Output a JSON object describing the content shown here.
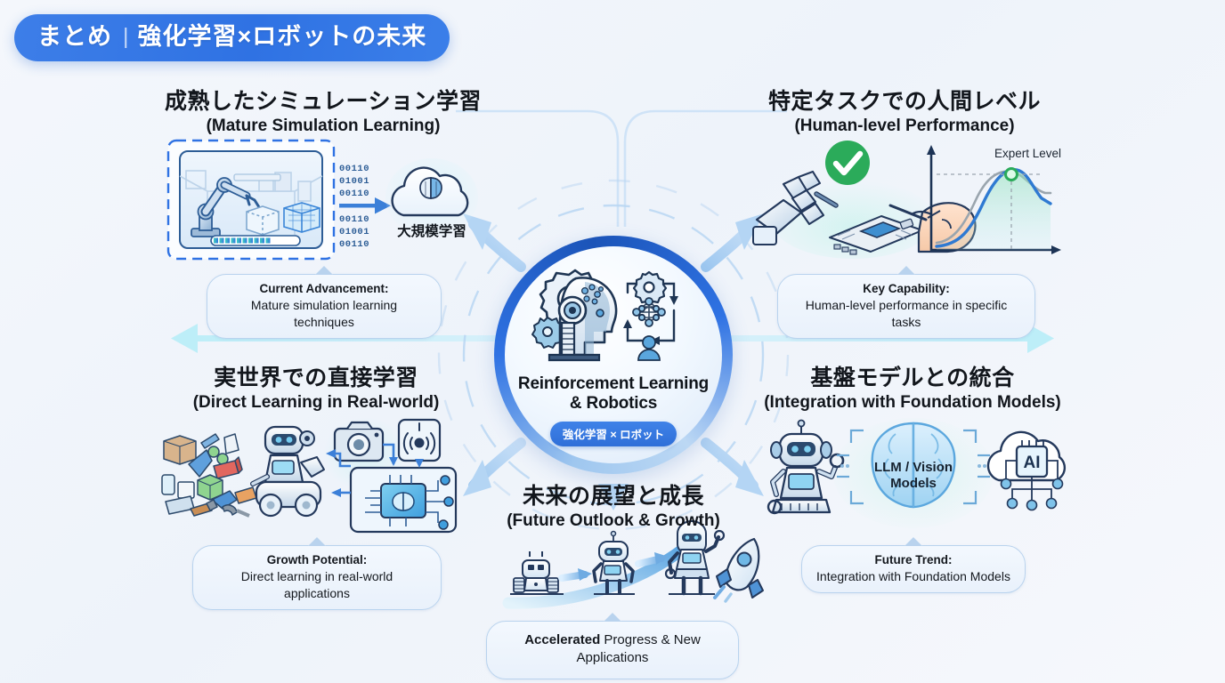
{
  "title": {
    "main_jp": "まとめ",
    "separator": "|",
    "subtitle_jp": "強化学習×ロボットの未来"
  },
  "center_hub": {
    "title_line1": "Reinforcement Learning",
    "title_line2": "& Robotics",
    "badge": "強化学習 × ロボット",
    "icon": "robot-head-gears-neural-network"
  },
  "quadrants": [
    {
      "id": "mature-simulation-learning",
      "position": "top-left",
      "heading_jp": "成熟したシミュレーション学習",
      "heading_en": "(Mature Simulation Learning)",
      "caption_label": "Current Advancement:",
      "caption_text": "Mature simulation learning techniques",
      "illustration": {
        "type": "simulation-to-cloud",
        "binary_lines": [
          "00110",
          "01001",
          "00110",
          "00110",
          "01001",
          "00110"
        ],
        "cloud_label": "大規模学習",
        "icons": [
          "robot-arm-icon",
          "cube-icon",
          "wireframe-cube-icon",
          "progress-bar-icon",
          "cloud-brain-icon"
        ]
      }
    },
    {
      "id": "human-level-performance",
      "position": "top-right",
      "heading_jp": "特定タスクでの人間レベル",
      "heading_en": "(Human-level Performance)",
      "caption_label": "Key Capability:",
      "caption_text": "Human-level performance in specific tasks",
      "illustration": {
        "type": "robot-hand-human-hand-chart",
        "check_badge": "✓",
        "chart_label": "Expert Level",
        "icons": [
          "robot-hand-icon",
          "human-hand-icon",
          "circuit-board-icon",
          "check-circle-icon",
          "growth-chart-icon"
        ]
      }
    },
    {
      "id": "direct-learning-real-world",
      "position": "bottom-left",
      "heading_jp": "実世界での直接学習",
      "heading_en": "(Direct Learning in Real-world)",
      "caption_label": "Growth Potential:",
      "caption_text": "Direct learning in real-world applications",
      "illustration": {
        "type": "robot-objects-sensors-chip",
        "icons": [
          "robot-icon",
          "objects-pile-icon",
          "camera-icon",
          "sensor-icon",
          "chip-brain-icon"
        ]
      }
    },
    {
      "id": "integration-foundation-models",
      "position": "bottom-right",
      "heading_jp": "基盤モデルとの統合",
      "heading_en": "(Integration with Foundation Models)",
      "caption_label": "Future Trend:",
      "caption_text": "Integration with Foundation Models",
      "illustration": {
        "type": "robot-brain-cloud",
        "brain_label_line1": "LLM / Vision",
        "brain_label_line2": "Models",
        "cloud_chip_label": "AI",
        "icons": [
          "robot-icon",
          "brain-icon",
          "cloud-ai-chip-icon"
        ]
      }
    },
    {
      "id": "future-outlook-growth",
      "position": "bottom-center",
      "heading_jp": "未来の展望と成長",
      "heading_en": "(Future Outlook & Growth)",
      "caption_label": "Accelerated",
      "caption_text": " Progress & New Applications",
      "illustration": {
        "type": "robot-evolution-rocket",
        "icons": [
          "robot-gen1-icon",
          "robot-gen2-icon",
          "robot-gen3-icon",
          "rocket-icon",
          "growth-arrow-icon"
        ]
      }
    }
  ],
  "colors": {
    "brand_blue": "#2f72e3",
    "deep_blue": "#1b54b8",
    "light_blue": "#b9d6f2",
    "cyan_arrow": "#c2eff6",
    "green_check": "#2bab5a",
    "background": "#f2f5fa",
    "ink": "#12161c"
  }
}
